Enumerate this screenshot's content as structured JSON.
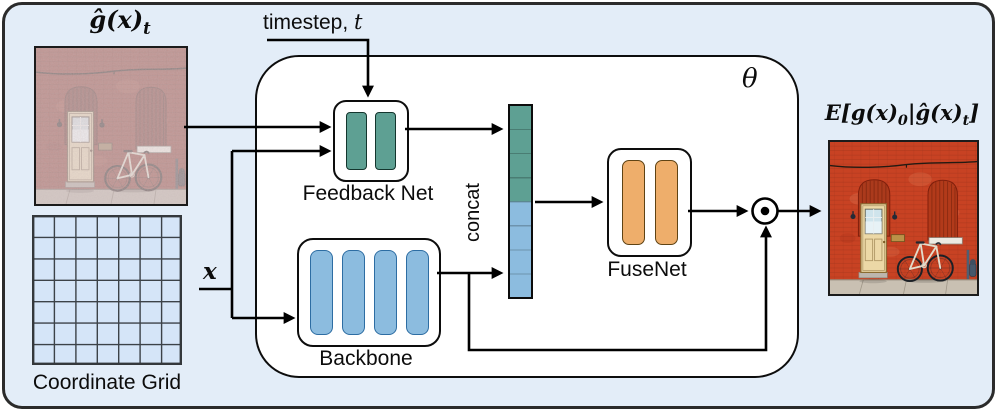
{
  "labels": {
    "input_image": {
      "main": "ĝ(x)",
      "sub": "t"
    },
    "timestep": {
      "prefix": "timestep,",
      "var": "t"
    },
    "x_var": "x",
    "theta": "θ",
    "feedback_net": "Feedback Net",
    "backbone": "Backbone",
    "concat": "concat",
    "fusenet": "FuseNet",
    "coordinate_grid": "Coordinate Grid",
    "output_image": {
      "p1": "E[g(x)",
      "sub1": "0",
      "p2": "|ĝ(x)",
      "sub2": "t",
      "p3": "]"
    },
    "operators": {
      "elementwise_product": "⊙"
    }
  },
  "colors": {
    "canvas_bg": "#e3edf8",
    "panel_bg": "#ffffff",
    "outline": "#0d0d0d",
    "feedback_bar_fill": "#5ea093",
    "backbone_bar_fill": "#8cbcdf",
    "fusenet_bar_fill": "#eeae6b",
    "concat_top": "#5ea093",
    "concat_bottom": "#8cbcdf",
    "grid_cell_fill": "#d5e5f8",
    "wall_red": "#c84223",
    "door_yellow": "#ecd8a6"
  }
}
